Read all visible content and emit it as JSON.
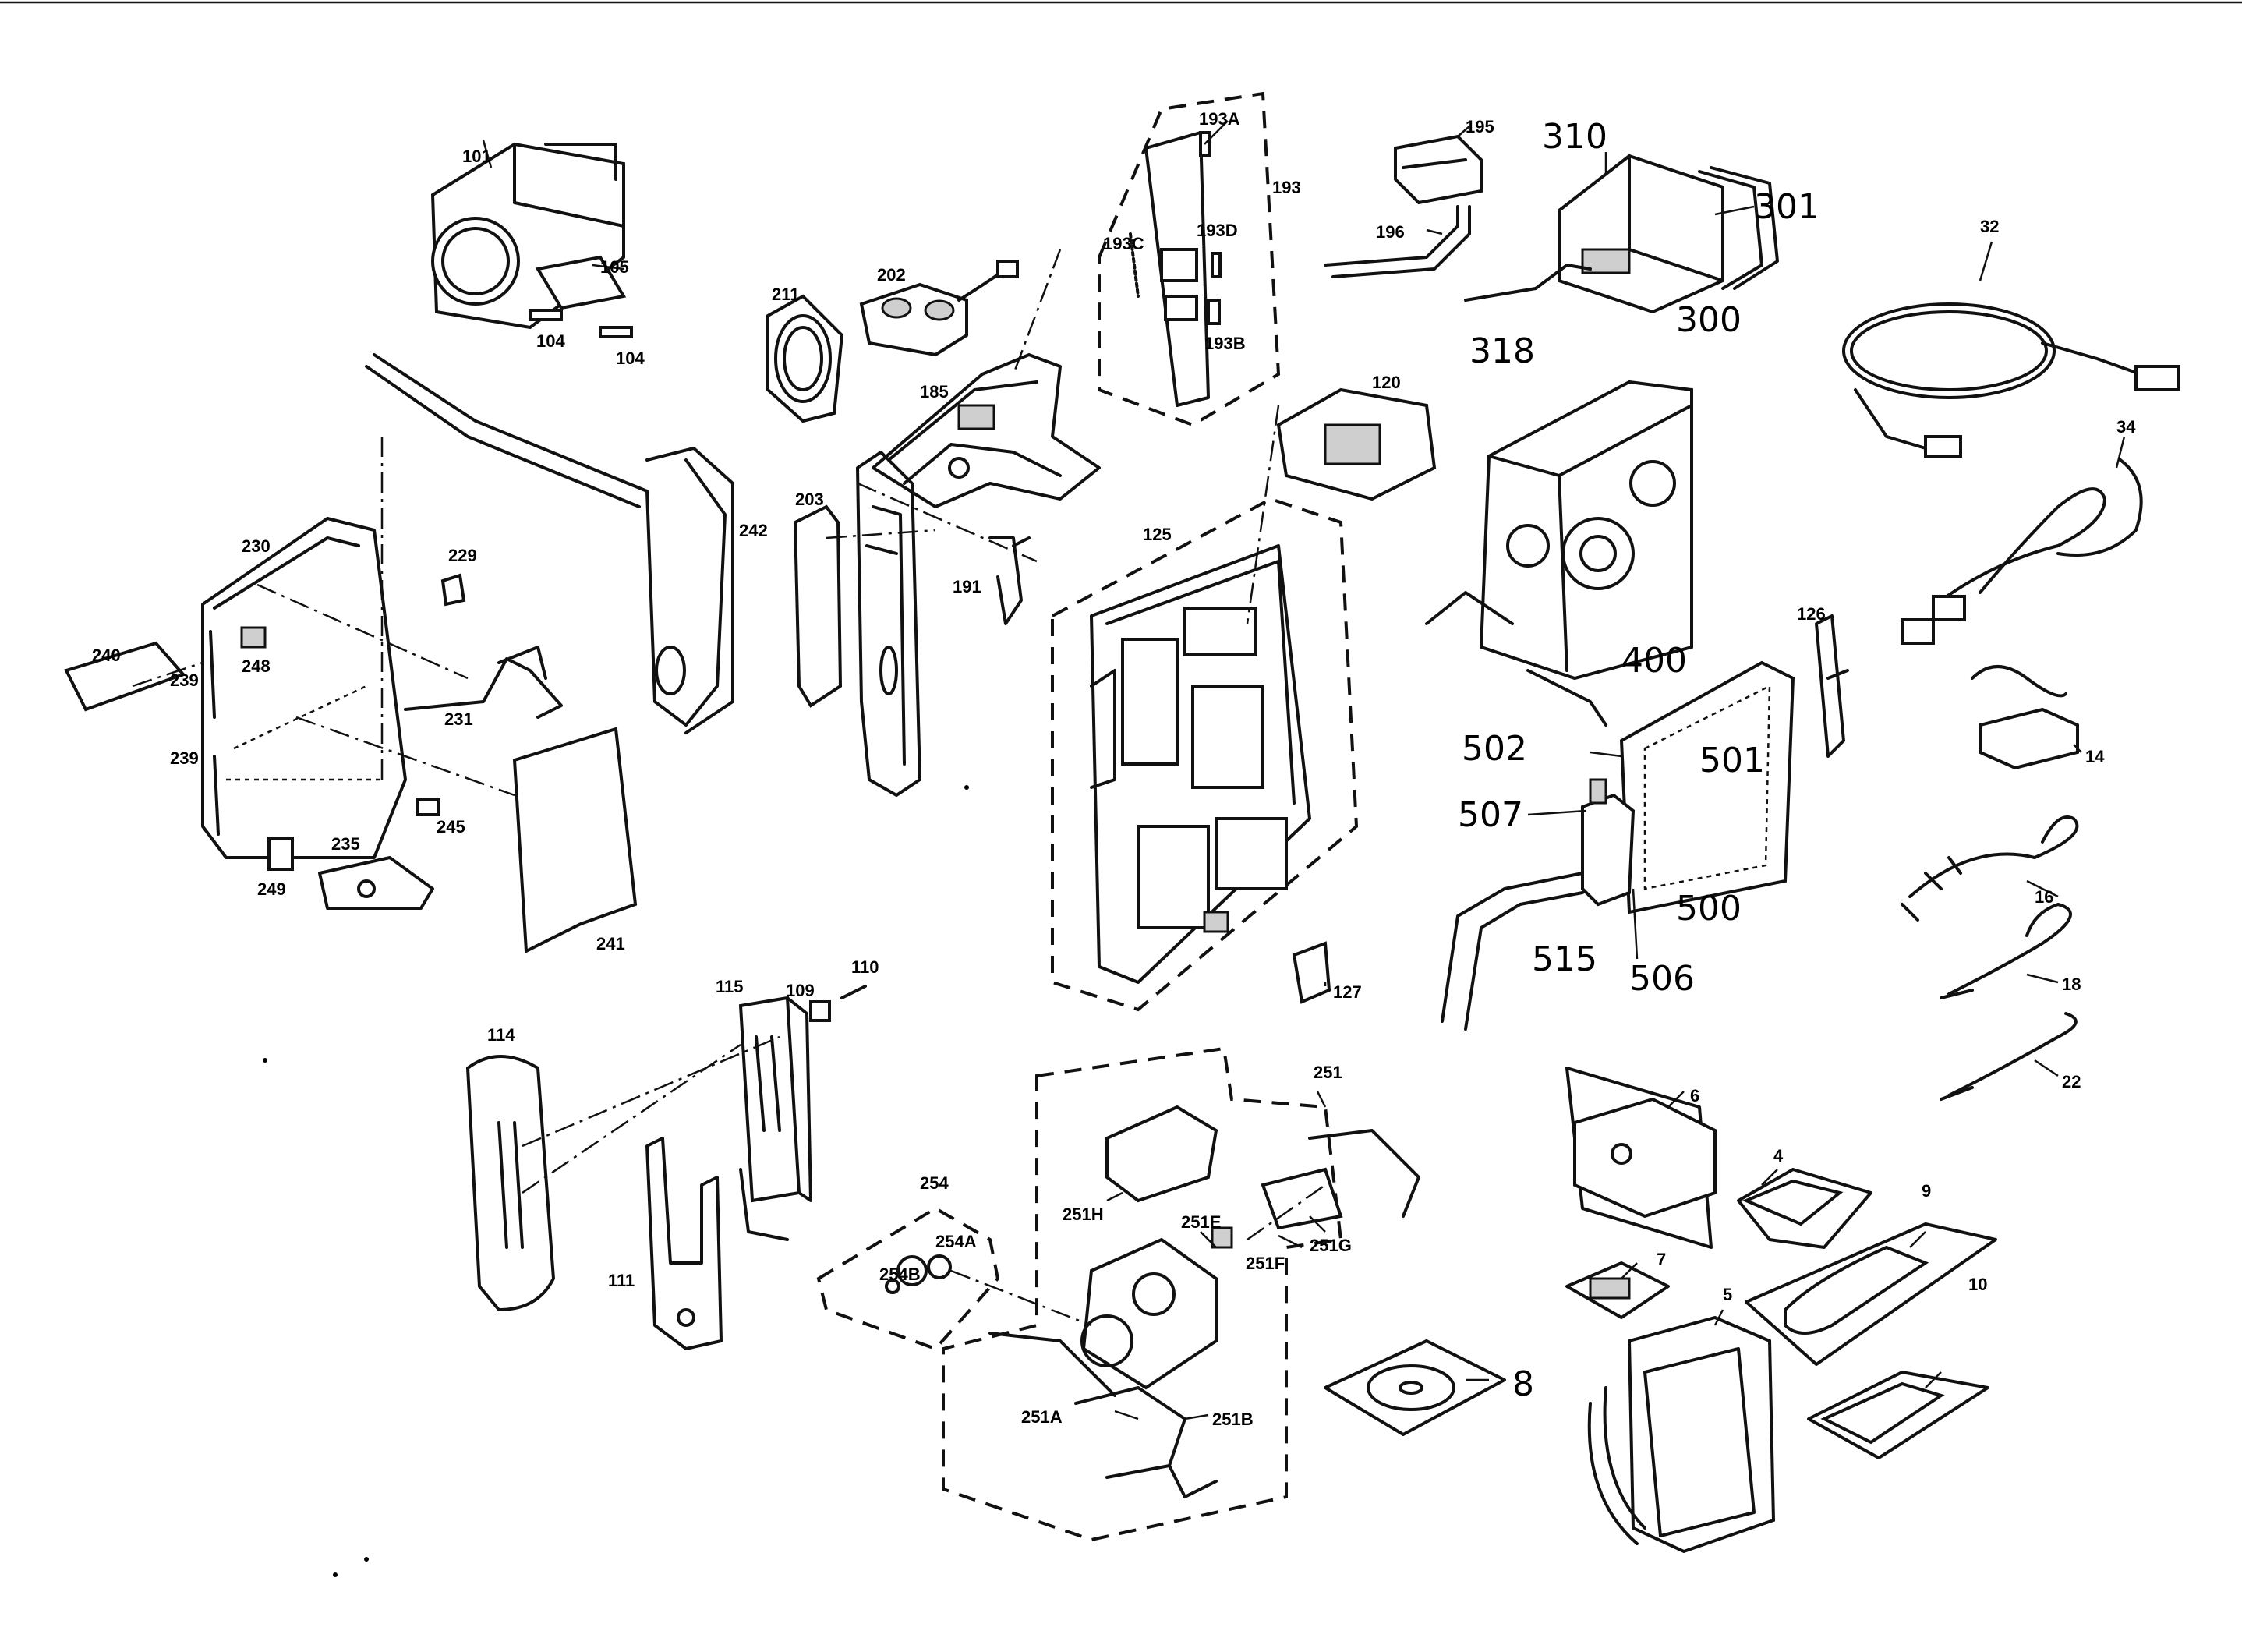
{
  "labels": {
    "p101": "101",
    "p105": "105",
    "p104a": "104",
    "p104b": "104",
    "p195": "195",
    "p196": "196",
    "p310": "310",
    "p301": "301",
    "p300": "300",
    "p318": "318",
    "p193A": "193A",
    "p193": "193",
    "p193C": "193C",
    "p193D": "193D",
    "p193B": "193B",
    "p211": "211",
    "p202": "202",
    "p185": "185",
    "p203": "203",
    "p191": "191",
    "p120": "120",
    "p125": "125",
    "p127": "127",
    "p32": "32",
    "p34": "34",
    "p400": "400",
    "p126": "126",
    "p14": "14",
    "p16": "16",
    "p18": "18",
    "p22": "22",
    "p502": "502",
    "p501": "501",
    "p507": "507",
    "p500": "500",
    "p515": "515",
    "p506": "506",
    "p230": "230",
    "p229": "229",
    "p242": "242",
    "p240": "240",
    "p239a": "239",
    "p239b": "239",
    "p248": "248",
    "p231": "231",
    "p245": "245",
    "p235": "235",
    "p249": "249",
    "p241": "241",
    "p114": "114",
    "p115": "115",
    "p109": "109",
    "p110": "110",
    "p111": "111",
    "p254": "254",
    "p254A": "254A",
    "p254B": "254B",
    "p251": "251",
    "p251H": "251H",
    "p251E": "251E",
    "p251F": "251F",
    "p251G": "251G",
    "p251A": "251A",
    "p251B": "251B",
    "p6": "6",
    "p4": "4",
    "p9": "9",
    "p7": "7",
    "p5": "5",
    "p10": "10",
    "p8": "8"
  }
}
